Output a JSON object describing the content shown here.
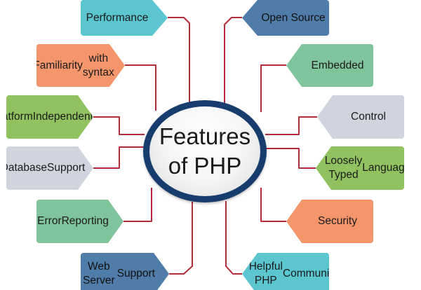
{
  "center": {
    "line1": "Features",
    "line2": "of PHP"
  },
  "left_features": [
    {
      "label": "Performance",
      "color": "#5bc6d0"
    },
    {
      "label": "Familiarity\nwith syntax",
      "color": "#f4956b"
    },
    {
      "label": "Platform\nIndependent",
      "color": "#92c25f"
    },
    {
      "label": "Database\nSupport",
      "color": "#cfd4df"
    },
    {
      "label": "Error\nReporting",
      "color": "#80c49c"
    },
    {
      "label": "Web Server\nSupport",
      "color": "#4f7ca8"
    }
  ],
  "right_features": [
    {
      "label": "Open Source",
      "color": "#4f7ca8"
    },
    {
      "label": "Embedded",
      "color": "#80c49c"
    },
    {
      "label": "Control",
      "color": "#cfd4df"
    },
    {
      "label": "Loosely Typed\nLanguage",
      "color": "#92c25f"
    },
    {
      "label": "Security",
      "color": "#f4956b"
    },
    {
      "label": "Helpful PHP\nCommunity",
      "color": "#5bc6d0"
    }
  ],
  "connector_color": "#b22b3a"
}
